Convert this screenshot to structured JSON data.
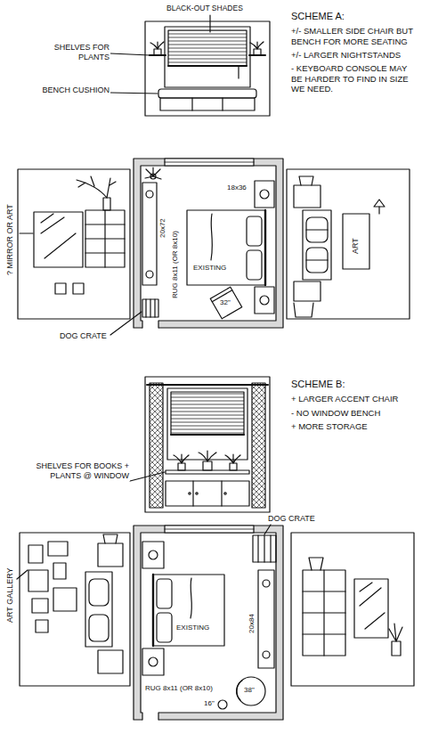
{
  "diagram": {
    "labels": [
      "BLACK-OUT SHADES",
      "SCHEME A:",
      "+/- SMALLER SIDE CHAIR BUT BENCH FOR MORE SEATING",
      "+/- LARGER NIGHTSTANDS",
      "- KEYBOARD CONSOLE MAY BE HARDER TO FIND IN SIZE WE NEED.",
      "SHELVES FOR PLANTS",
      "BENCH CUSHION",
      "? MIRROR OR ART",
      "18x36",
      "20x72",
      "RUG 8x11 (OR 8x10)",
      "EXISTING",
      "ART",
      "DOG CRATE",
      "32\"",
      "SCHEME B:",
      "+ LARGER ACCENT CHAIR",
      "- NO WINDOW BENCH",
      "+ MORE STORAGE",
      "SHELVES FOR BOOKS + PLANTS @ WINDOW",
      "DOG CRATE",
      "ART GALLERY",
      "20x84",
      "EXISTING",
      "RUG 8x11 (OR 8x10)",
      "38\"",
      "16\""
    ]
  }
}
